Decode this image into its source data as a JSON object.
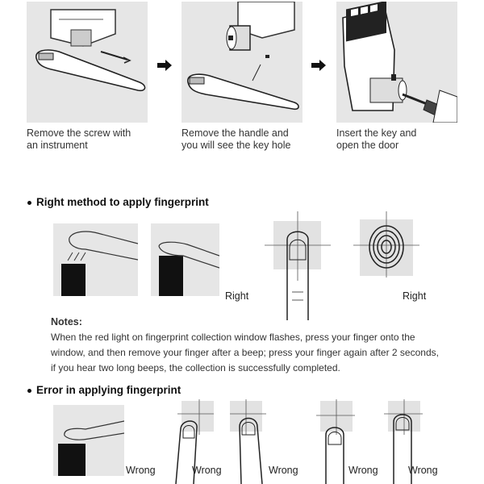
{
  "steps": [
    {
      "line1": "Remove the screw with",
      "line2": "an instrument"
    },
    {
      "line1": "Remove the handle and",
      "line2": "you  will see the key hole"
    },
    {
      "line1": "Insert the key and",
      "line2": "open the door"
    }
  ],
  "right_section": {
    "heading": "Right method to apply fingerprint",
    "label_1": "Right",
    "label_2": "Right"
  },
  "notes": {
    "title": "Notes:",
    "line1": "When the red light on fingerprint collection window flashes, press your finger onto the",
    "line2": "window, and then remove your finger after a beep; press your finger again after 2 seconds,",
    "line3": "if you hear two long beeps, the collection is successfully completed."
  },
  "error_section": {
    "heading": "Error in applying fingerprint",
    "labels": [
      "Wrong",
      "Wrong",
      "Wrong",
      "Wrong",
      "Wrong"
    ]
  }
}
